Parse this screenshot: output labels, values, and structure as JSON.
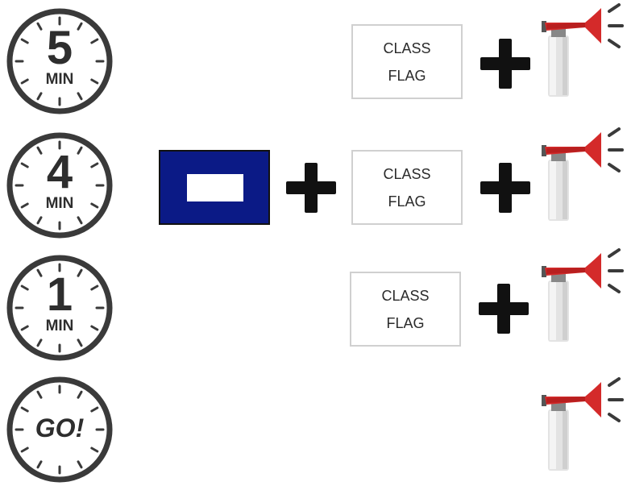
{
  "colors": {
    "clock_ring": "#3a3a3a",
    "text_dark": "#2e2e2e",
    "flag_p_blue": "#0b1a86",
    "flag_p_white": "#ffffff",
    "horn_red": "#d42a2a",
    "horn_canister": "#e3e3e3",
    "plus": "#111111",
    "class_flag_border": "#d0d0d0"
  },
  "rows": [
    {
      "clock": {
        "number": "5",
        "unit": "MIN"
      },
      "class_flag": {
        "line1": "CLASS",
        "line2": "FLAG"
      },
      "has_prep_flag": false,
      "sound": "air-horn-icon"
    },
    {
      "clock": {
        "number": "4",
        "unit": "MIN"
      },
      "class_flag": {
        "line1": "CLASS",
        "line2": "FLAG"
      },
      "has_prep_flag": true,
      "sound": "air-horn-icon"
    },
    {
      "clock": {
        "number": "1",
        "unit": "MIN"
      },
      "class_flag": {
        "line1": "CLASS",
        "line2": "FLAG"
      },
      "has_prep_flag": false,
      "sound": "air-horn-icon"
    },
    {
      "clock": {
        "text": "GO!"
      },
      "has_prep_flag": false,
      "sound": "air-horn-icon"
    }
  ]
}
